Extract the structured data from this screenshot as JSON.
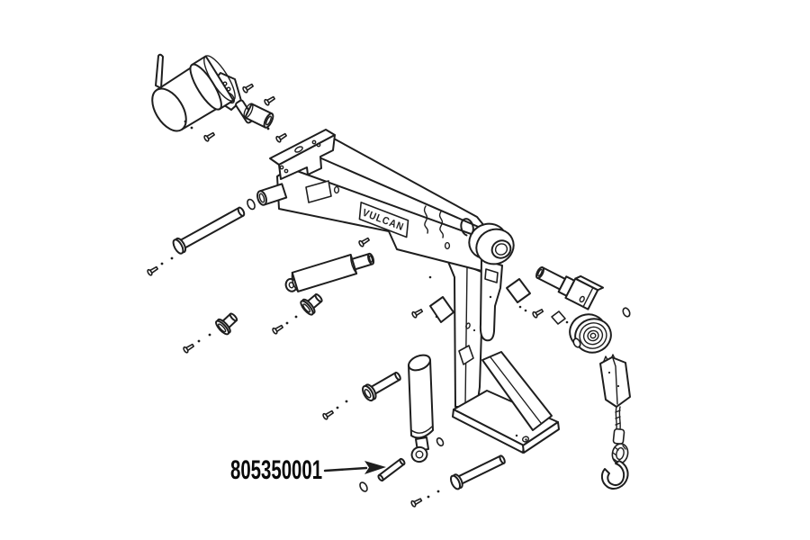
{
  "diagram": {
    "brand_label": "VULCAN",
    "callout": {
      "part_number": "805350001"
    },
    "colors": {
      "background": "#ffffff",
      "line": "#1e1e1e",
      "text": "#0a0a0a"
    },
    "parts": [
      "winch-motor-assembly",
      "pivot-bushing",
      "mounting-plate",
      "crosstube",
      "main-boom",
      "brand-plate",
      "pivot-boss",
      "retaining-ring",
      "boom-heel-link",
      "upright-column",
      "base-plate",
      "lift-cylinder",
      "boom-cylinder",
      "long-pivot-pin",
      "flanged-clevis-pin",
      "lower-clevis-pin",
      "roll-pin",
      "flanged-bolts",
      "shim-plates",
      "roller-pin-block",
      "sheave-pulley",
      "wedge-socket",
      "wire-rope",
      "tow-hook",
      "o-rings",
      "screws"
    ]
  }
}
